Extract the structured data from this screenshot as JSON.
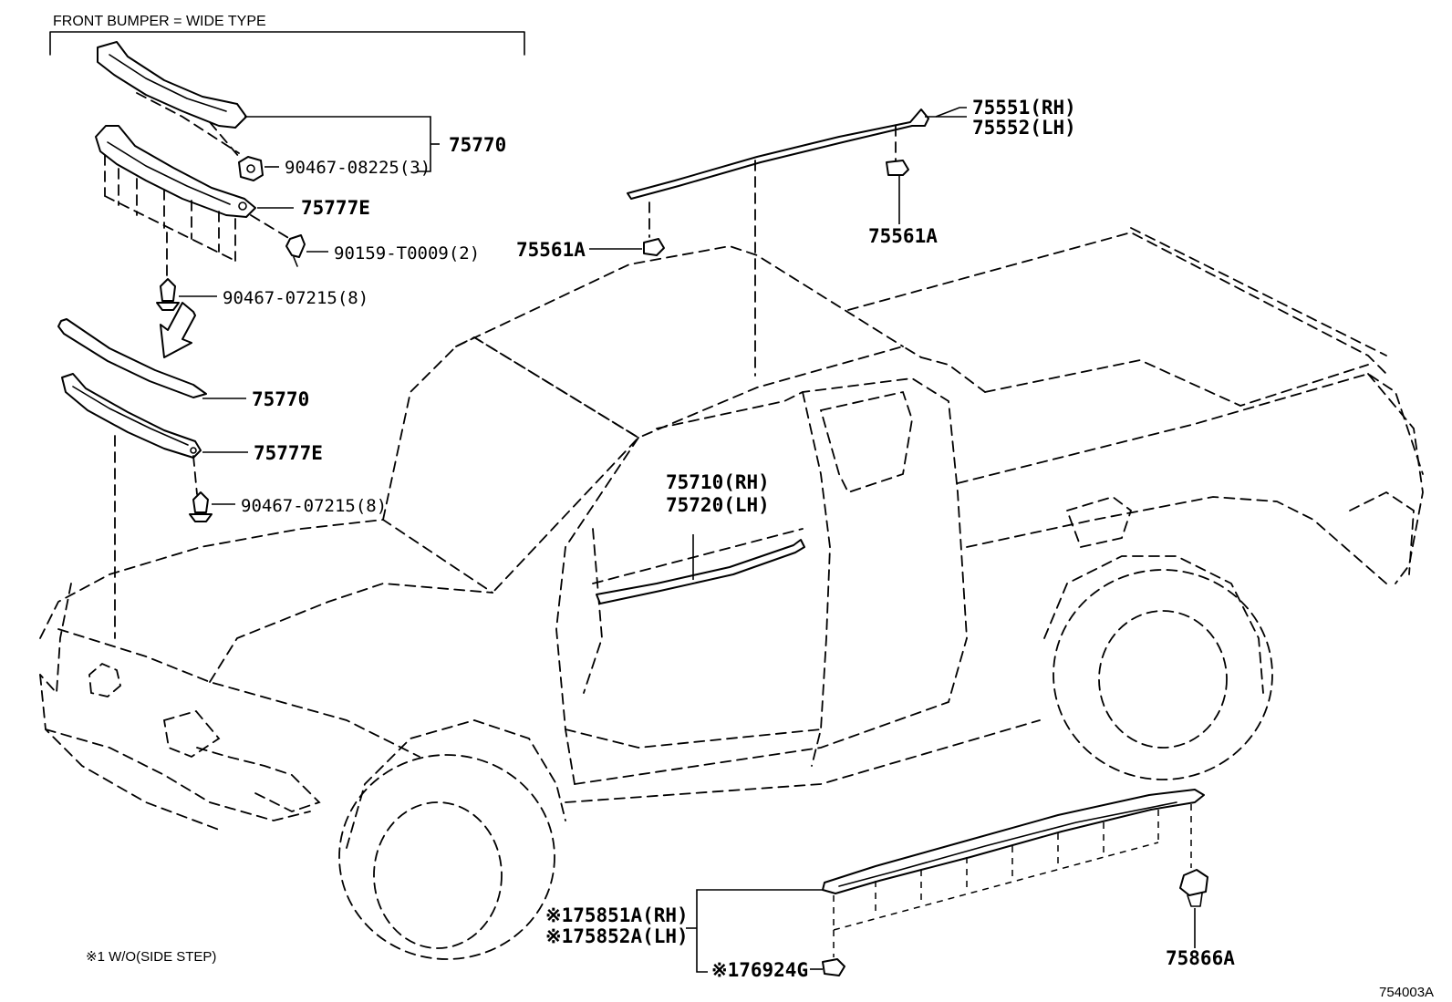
{
  "header": {
    "title": "FRONT BUMPER = WIDE TYPE"
  },
  "labels": {
    "p75770_top": "75770",
    "p90467_08225": "90467-08225(3)",
    "p75777E_top": "75777E",
    "p90159_T0009": "90159-T0009(2)",
    "p90467_07215_top": "90467-07215(8)",
    "p75770_mid": "75770",
    "p75777E_mid": "75777E",
    "p90467_07215_mid": "90467-07215(8)",
    "p75551": "75551(RH)",
    "p75552": "75552(LH)",
    "p75561A_right": "75561A",
    "p75561A_left": "75561A",
    "p75710": "75710(RH)",
    "p75720": "75720(LH)",
    "p75851A": "※175851A(RH)",
    "p75852A": "※175852A(LH)",
    "p76924G": "※176924G",
    "p75866A": "75866A"
  },
  "footnote": "※1 W/O(SIDE STEP)",
  "diagram_id": "754003A"
}
